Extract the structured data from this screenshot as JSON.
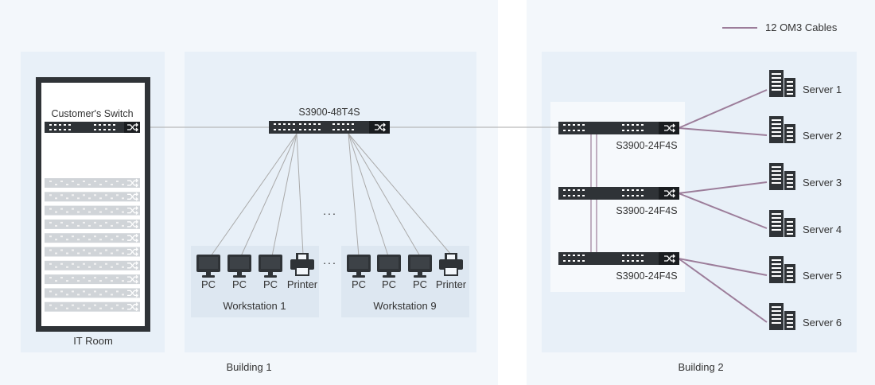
{
  "legend": {
    "label": "12 OM3 Cables",
    "color": "#9c7d9a"
  },
  "buildings": [
    {
      "label": "Building 1"
    },
    {
      "label": "Building 2"
    }
  ],
  "it_room": {
    "label": "IT Room",
    "switch_label": "Customer's Switch"
  },
  "core_switch": {
    "label": "S3900-48T4S"
  },
  "workstations": [
    {
      "label": "Workstation 1",
      "devices": [
        "PC",
        "PC",
        "PC",
        "Printer"
      ]
    },
    {
      "label": "Workstation 9",
      "devices": [
        "PC",
        "PC",
        "PC",
        "Printer"
      ]
    }
  ],
  "ellipsis": "...",
  "b2_switches": [
    {
      "label": "S3900-24F4S"
    },
    {
      "label": "S3900-24F4S"
    },
    {
      "label": "S3900-24F4S"
    }
  ],
  "servers": [
    {
      "label": "Server 1"
    },
    {
      "label": "Server 2"
    },
    {
      "label": "Server 3"
    },
    {
      "label": "Server 4"
    },
    {
      "label": "Server 5"
    },
    {
      "label": "Server 6"
    }
  ],
  "colors": {
    "link": "#aaaaaa",
    "fiber": "#9c7d9a",
    "device": "#2f3337",
    "rack_blank": "#d0d4d8"
  }
}
